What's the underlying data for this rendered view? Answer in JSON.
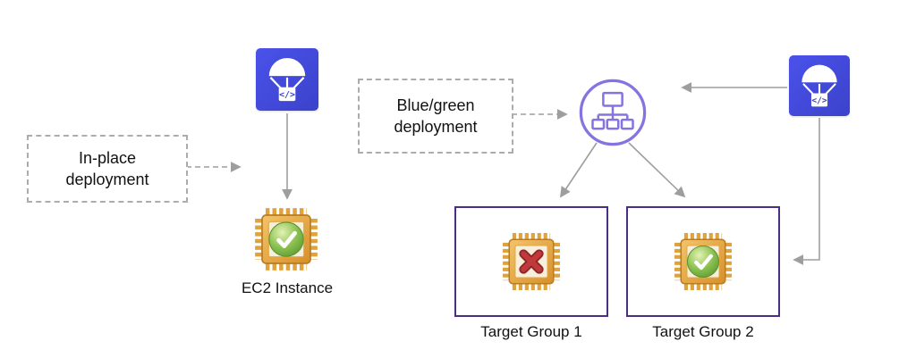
{
  "labels": {
    "in_place": {
      "line1": "In-place",
      "line2": "deployment"
    },
    "blue_green": {
      "line1": "Blue/green",
      "line2": "deployment"
    },
    "ec2_instance": "EC2 Instance",
    "target_group_1": "Target Group 1",
    "target_group_2": "Target Group 2"
  },
  "icons": {
    "codedeploy_left": "codedeploy-parachute-box-icon",
    "codedeploy_right": "codedeploy-parachute-box-icon",
    "load_balancer": "load-balancer-network-nodes-icon",
    "ec2_instance": "chip-with-green-check-icon",
    "target_group_1": "chip-with-red-x-icon",
    "target_group_2": "chip-with-green-check-icon"
  },
  "colors": {
    "page_background": "#ffffff",
    "codedeploy_blue": "#4147D4",
    "load_balancer_purple": "#8673E0",
    "target_box_border": "#4B2E83",
    "chip_orange": "#DFA23C",
    "healthy_green": "#76B23F",
    "unhealthy_red": "#C0393B",
    "connector_gray": "#9E9E9E",
    "text": "#111111"
  }
}
